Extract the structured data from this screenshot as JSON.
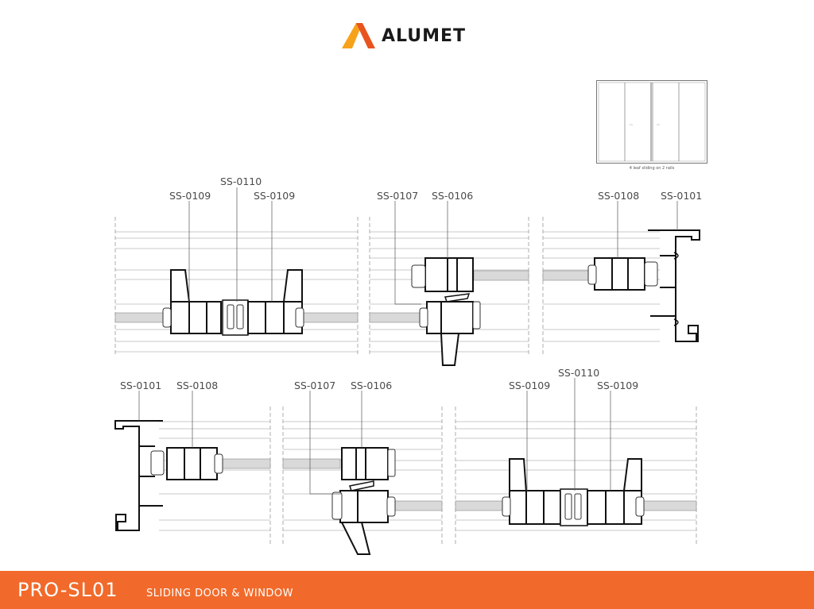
{
  "brand": {
    "name": "ALUMET",
    "logo_colors": [
      "#f7a21b",
      "#e8541f"
    ]
  },
  "thumbnail": {
    "caption": "4 leaf sliding on 2 rails"
  },
  "labels": {
    "top_left": [
      "SS-0110",
      "SS-0109",
      "SS-0109"
    ],
    "top_middle": [
      "SS-0107",
      "SS-0106"
    ],
    "top_right": [
      "SS-0108",
      "SS-0101"
    ],
    "bottom_left": [
      "SS-0101",
      "SS-0108"
    ],
    "bottom_middle": [
      "SS-0107",
      "SS-0106"
    ],
    "bottom_right": [
      "SS-0110",
      "SS-0109",
      "SS-0109"
    ]
  },
  "footer": {
    "code": "PRO-SL01",
    "title": "SLIDING DOOR & WINDOW",
    "color": "#f16a2b"
  }
}
